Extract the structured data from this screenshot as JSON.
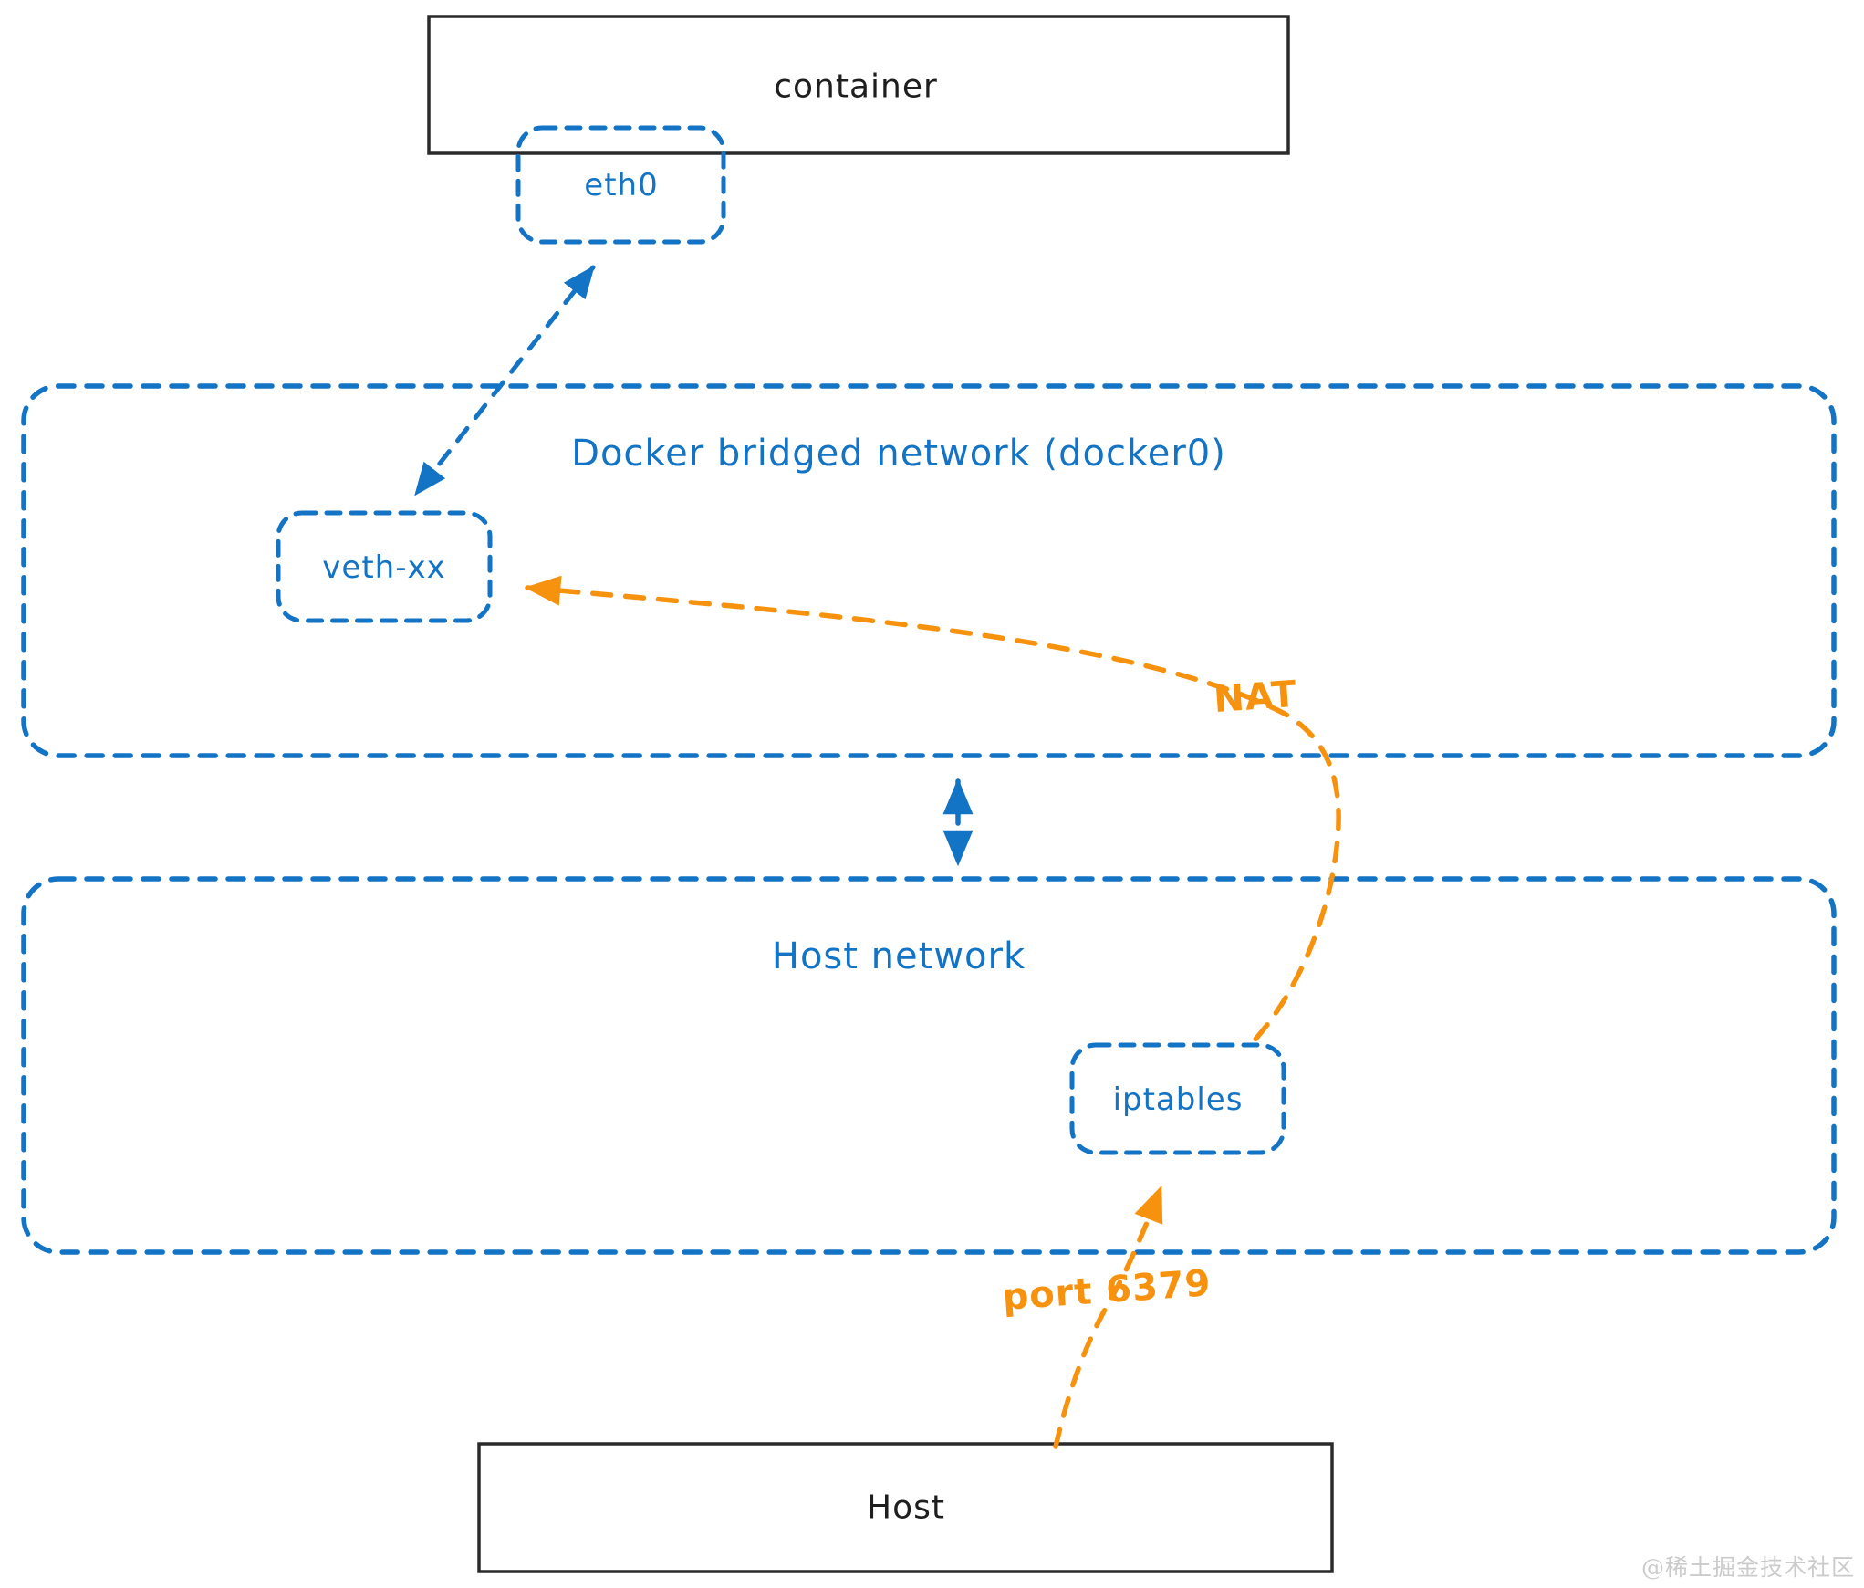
{
  "diagram": {
    "topic": "Docker bridged network port mapping"
  },
  "nodes": {
    "container": {
      "label": "container"
    },
    "eth0": {
      "label": "eth0"
    },
    "veth": {
      "label": "veth-xx"
    },
    "docker_network": {
      "label": "Docker bridged network (docker0)"
    },
    "host_network": {
      "label": "Host network"
    },
    "iptables": {
      "label": "iptables"
    },
    "host": {
      "label": "Host"
    }
  },
  "edges": [
    {
      "name": "eth0-to-veth",
      "from": "eth0",
      "to": "veth-xx",
      "color": "blue",
      "style": "dashed",
      "arrows": "both",
      "label": ""
    },
    {
      "name": "docker-network-to-host-network",
      "from": "Docker bridged network (docker0)",
      "to": "Host network",
      "color": "blue",
      "style": "dashed",
      "arrows": "both",
      "label": ""
    },
    {
      "name": "iptables-to-veth-nat",
      "from": "iptables",
      "to": "veth-xx",
      "color": "orange",
      "style": "dashed",
      "arrows": "end",
      "label": "NAT"
    },
    {
      "name": "host-to-iptables-port",
      "from": "Host",
      "to": "iptables",
      "color": "orange",
      "style": "dashed",
      "arrows": "end",
      "label": "port 6379"
    }
  ],
  "watermark": "@稀土掘金技术社区",
  "colors": {
    "blue": "#1373c5",
    "orange": "#f7920e",
    "black": "#1e1e1e",
    "watermark_gray": "#cbcbcb",
    "background": "#ffffff"
  }
}
